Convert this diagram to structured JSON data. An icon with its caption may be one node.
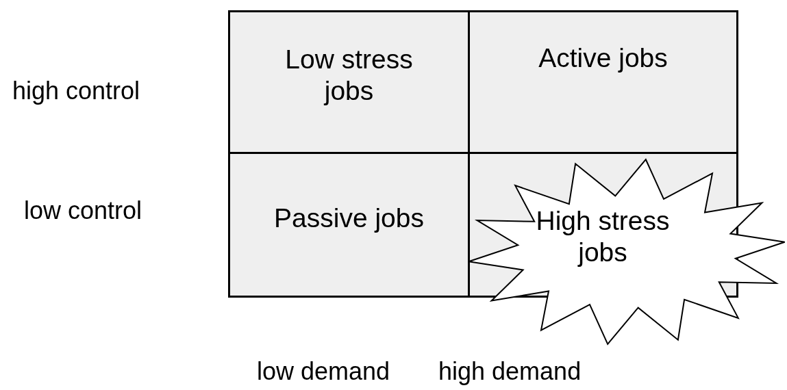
{
  "diagram": {
    "nodes": [
      {
        "text": [
          "Low stress jobs"
        ]
      },
      {
        "text": [
          "Active jobs"
        ]
      },
      {
        "text": [
          "Passive jobs"
        ]
      },
      {
        "text": [
          "High stress jobs"
        ]
      }
    ],
    "labels": [
      "high control",
      "low control",
      "low demand",
      "high demand"
    ]
  }
}
